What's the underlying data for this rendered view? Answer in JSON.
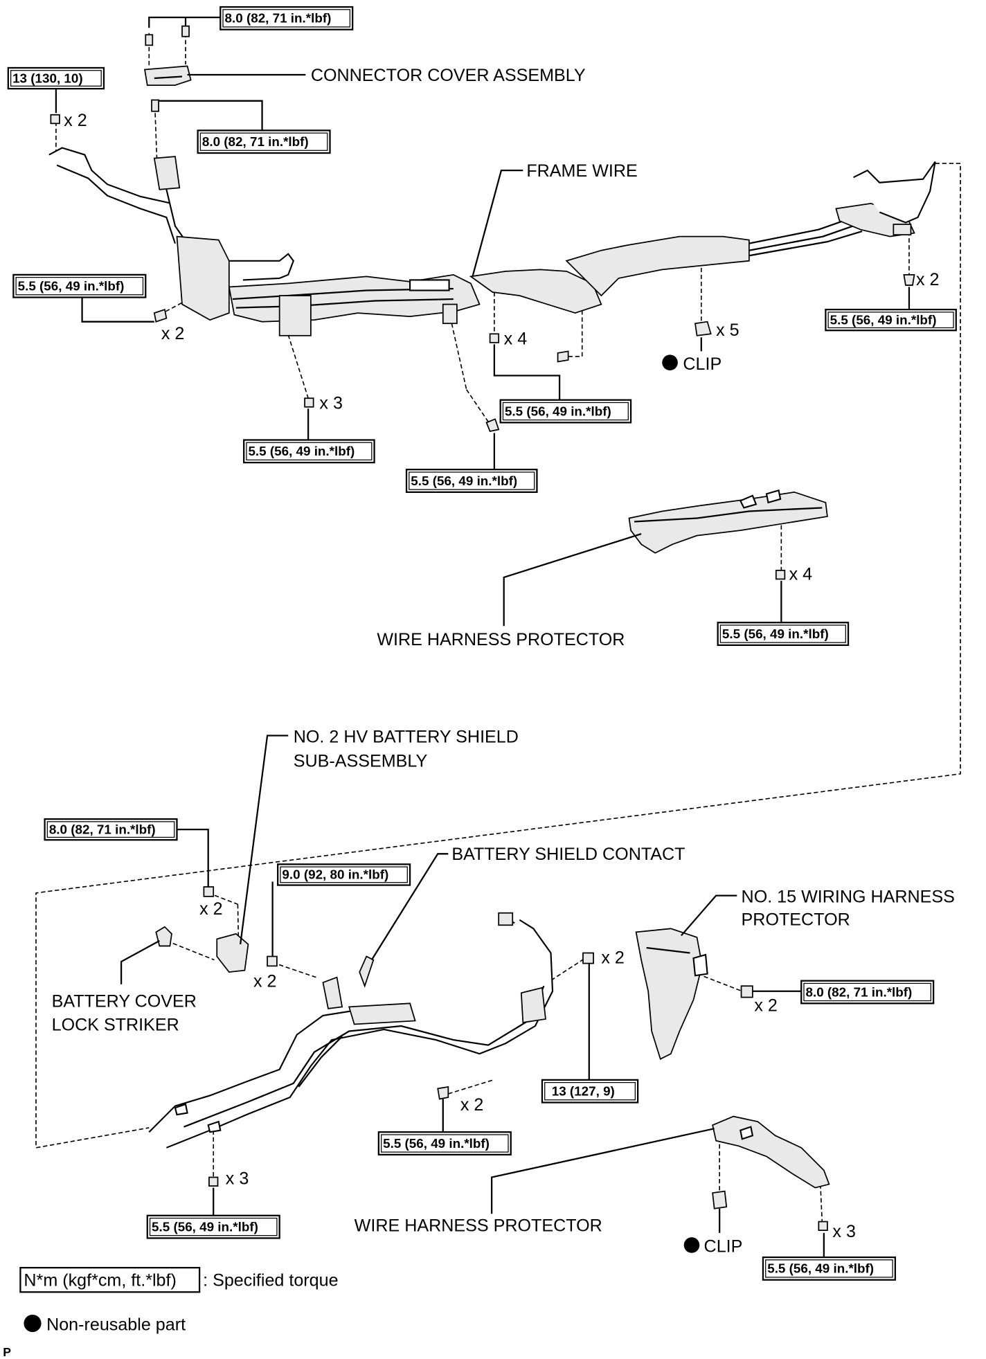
{
  "labels": {
    "connector_cover": "CONNECTOR COVER ASSEMBLY",
    "frame_wire": "FRAME WIRE",
    "clip": "CLIP",
    "wire_harness_protector": "WIRE HARNESS PROTECTOR",
    "hv_shield_line1": "NO. 2 HV BATTERY SHIELD",
    "hv_shield_line2": "SUB-ASSEMBLY",
    "battery_shield_contact": "BATTERY SHIELD CONTACT",
    "no15_line1": "NO. 15 WIRING HARNESS",
    "no15_line2": "PROTECTOR",
    "lock_striker_line1": "BATTERY COVER",
    "lock_striker_line2": "LOCK STRIKER"
  },
  "torques": {
    "t8_0": "8.0 (82, 71 in.*lbf)",
    "t13_130": "13 (130, 10)",
    "t5_5": "5.5 (56, 49 in.*lbf)",
    "t9_0": "9.0 (92, 80 in.*lbf)",
    "t13_127": "13 (127, 9)"
  },
  "quantities": {
    "x2": "x 2",
    "x3": "x 3",
    "x4": "x 4",
    "x5": "x 5"
  },
  "legend": {
    "torque_box": "N*m (kgf*cm, ft.*lbf)",
    "torque_desc": ": Specified torque",
    "non_reusable": "Non-reusable part"
  },
  "footer_code": "P"
}
